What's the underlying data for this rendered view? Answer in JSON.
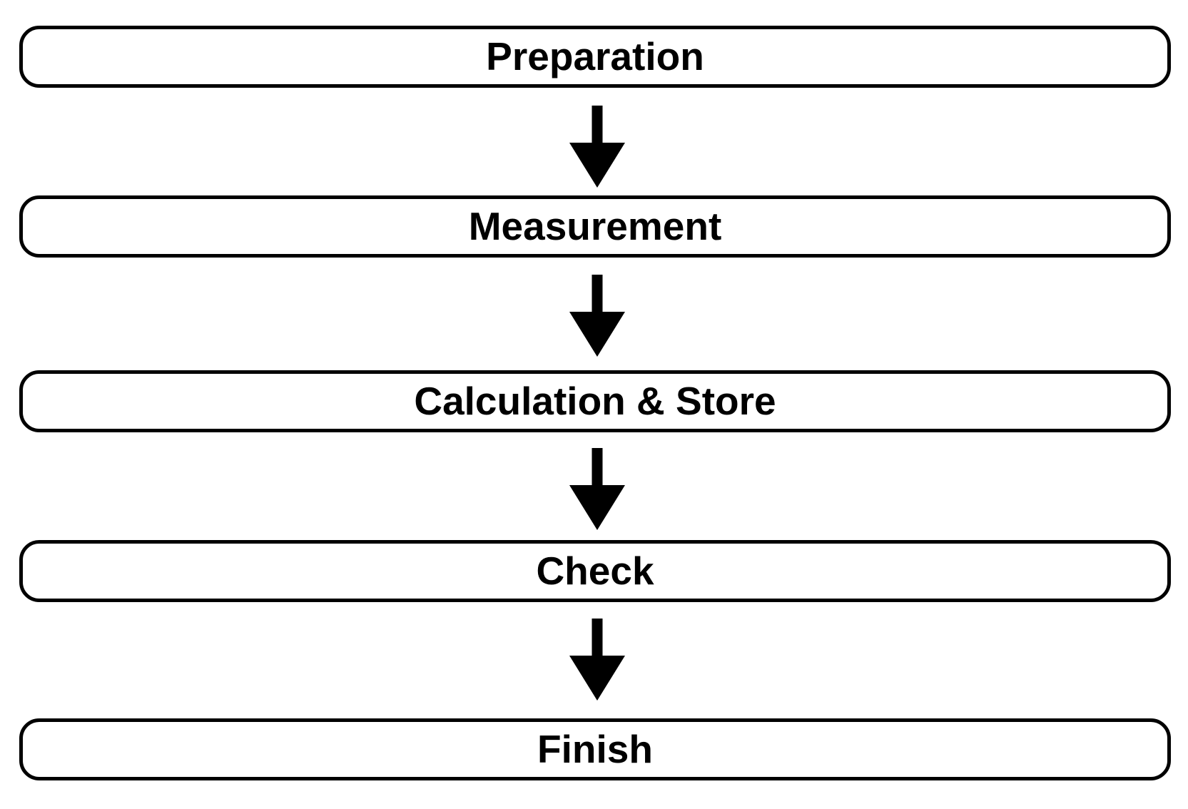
{
  "diagram": {
    "type": "flowchart",
    "direction": "top-down",
    "colors": {
      "background": "#ffffff",
      "node_fill": "#ffffff",
      "node_stroke": "#000000",
      "text": "#000000",
      "arrow": "#000000"
    },
    "steps": [
      {
        "label": "Preparation"
      },
      {
        "label": "Measurement"
      },
      {
        "label": "Calculation & Store"
      },
      {
        "label": "Check"
      },
      {
        "label": "Finish"
      }
    ],
    "connector": "arrow-down"
  }
}
